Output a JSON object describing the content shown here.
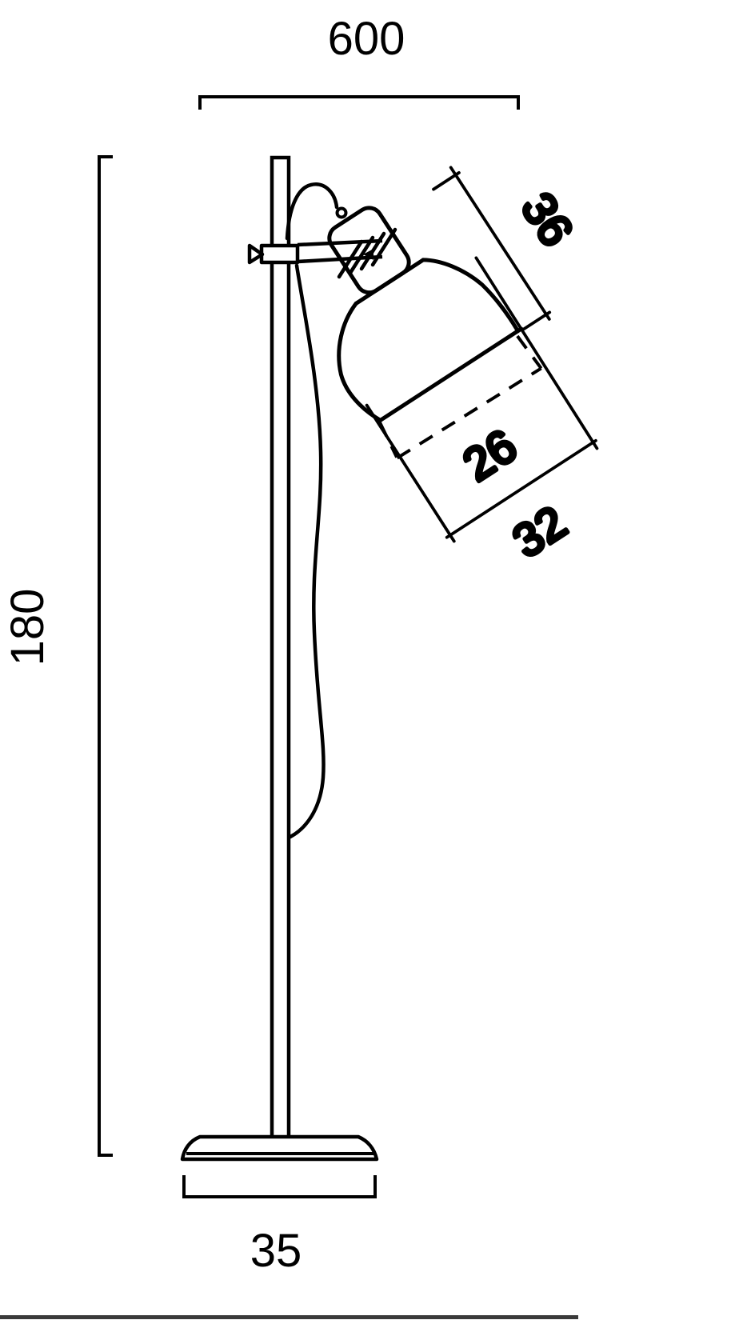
{
  "page": {
    "type": "technical dimension drawing",
    "subject": "floor lamp side elevation"
  },
  "labels": {
    "overall_width": "600",
    "overall_height": "180",
    "head_length": "36",
    "shade_inner_diameter": "26",
    "shade_outer_diameter": "32",
    "base_diameter": "35"
  },
  "colors": {
    "line": "#000000",
    "background": "#ffffff",
    "bottom_rule": "#3a3a3a"
  }
}
